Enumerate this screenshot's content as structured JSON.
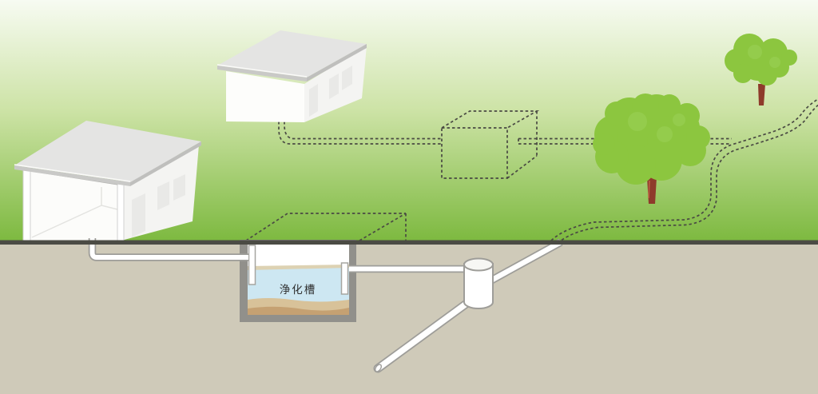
{
  "labels": {
    "septic_tank": "浄化槽"
  },
  "colors": {
    "grass_top": "#f7fbf2",
    "grass_mid": "#cde3a6",
    "grass_bottom": "#7bb83d",
    "ground": "#cfcab9",
    "ground_line": "#4b4b44",
    "dash_line": "#4a4a43",
    "roof": "#e4e4e3",
    "roof_edge": "#c9c9c7",
    "wall_front": "#fdfdfb",
    "wall_side": "#f4f4f2",
    "window": "#e9e9e7",
    "tree_foliage": "#8cc63f",
    "tree_trunk": "#8e3b2b",
    "tank_wall": "#91908b",
    "tank_water": "#cde7f2",
    "tank_scum": "#ddd2b3",
    "tank_sand_upper": "#d8c299",
    "tank_sand_lower": "#c5a172",
    "pipe_outline": "#9e9d99",
    "pipe_fill": "#ffffff",
    "label_text": "#2e2e2e"
  },
  "components": [
    "house-left",
    "house-upper",
    "septic-tank",
    "inspection-cylinder",
    "inlet-pipe",
    "outlet-pipe",
    "riser-pipe",
    "discharge-pipe",
    "planned-tank-outline",
    "planned-box-outline",
    "dashed-pipe-route",
    "surface-drain-route",
    "tree-large",
    "tree-small"
  ]
}
